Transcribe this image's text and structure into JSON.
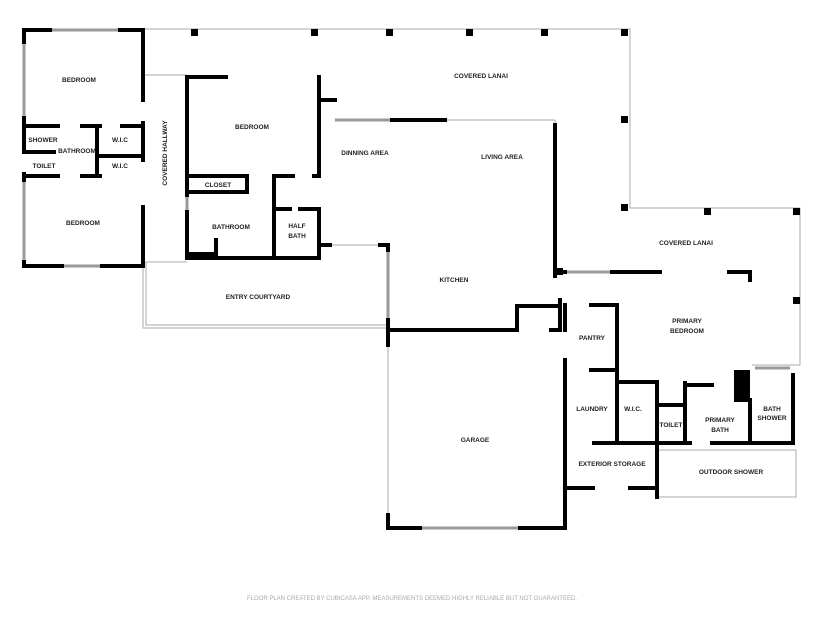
{
  "rooms": {
    "bedroom_nw": "BEDROOM",
    "shower": "SHOWER",
    "bathroom_w": "BATHROOM",
    "wic_1": "W.I.C",
    "toilet_w": "TOILET",
    "wic_2": "W.I.C",
    "bedroom_sw": "BEDROOM",
    "covered_hallway": "COVERED HALLWAY",
    "bedroom_mid": "BEDROOM",
    "closet": "CLOSET",
    "bathroom_mid": "BATHROOM",
    "half_bath_1": "HALF",
    "half_bath_2": "BATH",
    "dinning_area": "DINNING AREA",
    "living_area": "LIVING AREA",
    "covered_lanai_n": "COVERED LANAI",
    "entry_courtyard": "ENTRY COURTYARD",
    "kitchen": "KITCHEN",
    "garage": "GARAGE",
    "pantry": "PANTRY",
    "laundry": "LAUNDRY",
    "wic_primary": "W.I.C.",
    "toilet_primary": "TOILET",
    "primary_bath_1": "PRIMARY",
    "primary_bath_2": "BATH",
    "bath_shower_1": "BATH",
    "bath_shower_2": "SHOWER",
    "primary_bedroom_1": "PRIMARY",
    "primary_bedroom_2": "BEDROOM",
    "exterior_storage": "EXTERIOR STORAGE",
    "outdoor_shower": "OUTDOOR SHOWER",
    "covered_lanai_e": "COVERED LANAI"
  },
  "footer": "FLOOR PLAN CREATED BY CUBICASA APP. MEASUREMENTS DEEMED HIGHLY RELIABLE BUT NOT GUARANTEED."
}
